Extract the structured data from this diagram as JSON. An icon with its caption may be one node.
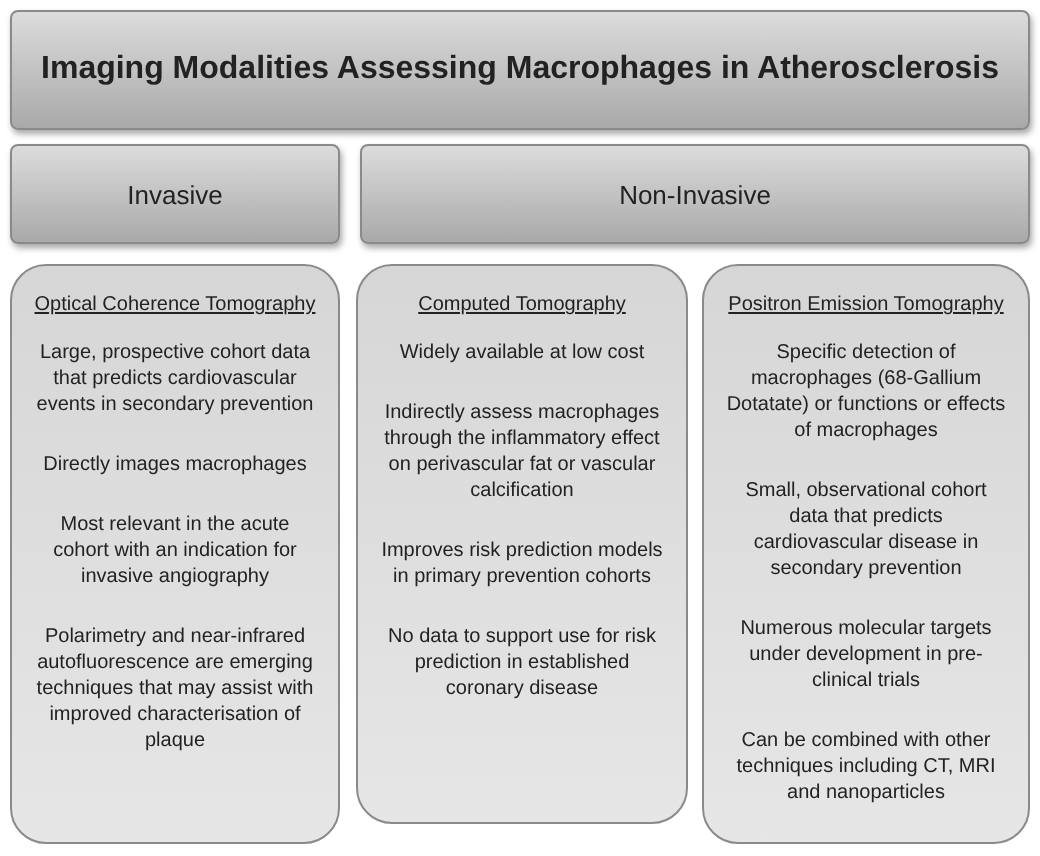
{
  "diagram": {
    "nodes": [
      {
        "text": [
          "Imaging Modalities Assessing Macrophages in Atherosclerosis"
        ]
      },
      {
        "text": [
          "Invasive"
        ]
      },
      {
        "text": [
          "Non-Invasive"
        ]
      },
      {
        "text": [
          "Optical Coherence Tomography",
          "Large, prospective cohort data that predicts cardiovascular events in secondary prevention",
          "Directly images macrophages",
          "Most relevant in the acute cohort with an indication for invasive angiography",
          "Polarimetry and near-infrared autofluorescence are emerging techniques that may assist with improved characterisation of plaque"
        ]
      },
      {
        "text": [
          "Computed Tomography",
          "Widely available at low cost",
          "Indirectly assess macrophages through the inflammatory effect on perivascular fat or vascular calcification",
          "Improves risk prediction models in primary prevention cohorts",
          "No data to support use for risk prediction in established coronary disease"
        ]
      },
      {
        "text": [
          "Positron Emission Tomography",
          "Specific detection of macrophages (68-Gallium Dotatate) or functions or effects of macrophages",
          "Small, observational cohort data that predicts cardiovascular disease in secondary prevention",
          "Numerous molecular targets under development in pre-clinical trials",
          "Can be combined with other techniques including CT, MRI and nanoparticles"
        ]
      }
    ]
  }
}
